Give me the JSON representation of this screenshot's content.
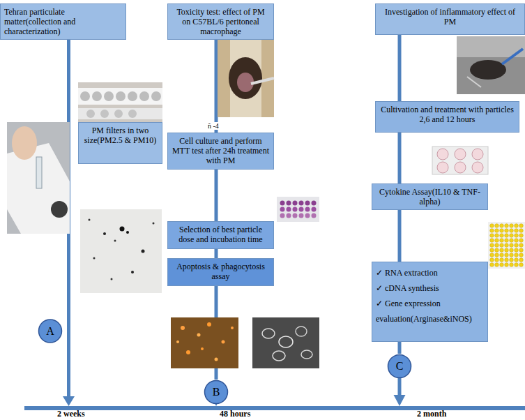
{
  "diagram": {
    "nodes": [
      {
        "text": [
          "Tehran particulate matter(collection and characterization)"
        ]
      },
      {
        "text": [
          "PM filters in two size(PM2.5 & PM10)"
        ]
      },
      {
        "text": [
          "A"
        ]
      },
      {
        "text": [
          "Toxicity test: effect of PM on C57BL/6 peritoneal macrophage"
        ]
      },
      {
        "text": [
          "Cell culture and perform MTT test after 24h treatment with PM"
        ]
      },
      {
        "text": [
          "Selection of best particle dose and incubation time"
        ]
      },
      {
        "text": [
          "Apoptosis & phagocytosis assay"
        ]
      },
      {
        "text": [
          "B"
        ]
      },
      {
        "text": [
          "Investigation of inflammatory effect of PM"
        ]
      },
      {
        "text": [
          "Cultivation and treatment with particles 2,6 and 12 hours"
        ]
      },
      {
        "text": [
          "Cytokine Assay(IL10 & TNF-alpha)"
        ]
      },
      {
        "text": [
          "✓ RNA extraction",
          "✓ cDNA synthesis",
          "✓ Gene expression evaluation(Arginase&iNOS)"
        ]
      },
      {
        "text": [
          "C"
        ]
      }
    ],
    "edges": [
      {
        "from": 3,
        "to": 4,
        "arrow": "none"
      },
      {
        "from": 4,
        "to": 5,
        "arrow": "none"
      },
      {
        "from": 5,
        "to": 6,
        "arrow": "none"
      },
      {
        "from": 6,
        "to": 7,
        "arrow": "none"
      },
      {
        "from": 8,
        "to": 9,
        "arrow": "none"
      },
      {
        "from": 9,
        "to": 10,
        "arrow": "none"
      },
      {
        "from": 10,
        "to": 11,
        "arrow": "none"
      },
      {
        "from": 11,
        "to": 12,
        "arrow": "none"
      }
    ],
    "labels": [
      "ñ -4",
      "2 weeks",
      "48 hours",
      "2 month"
    ]
  }
}
